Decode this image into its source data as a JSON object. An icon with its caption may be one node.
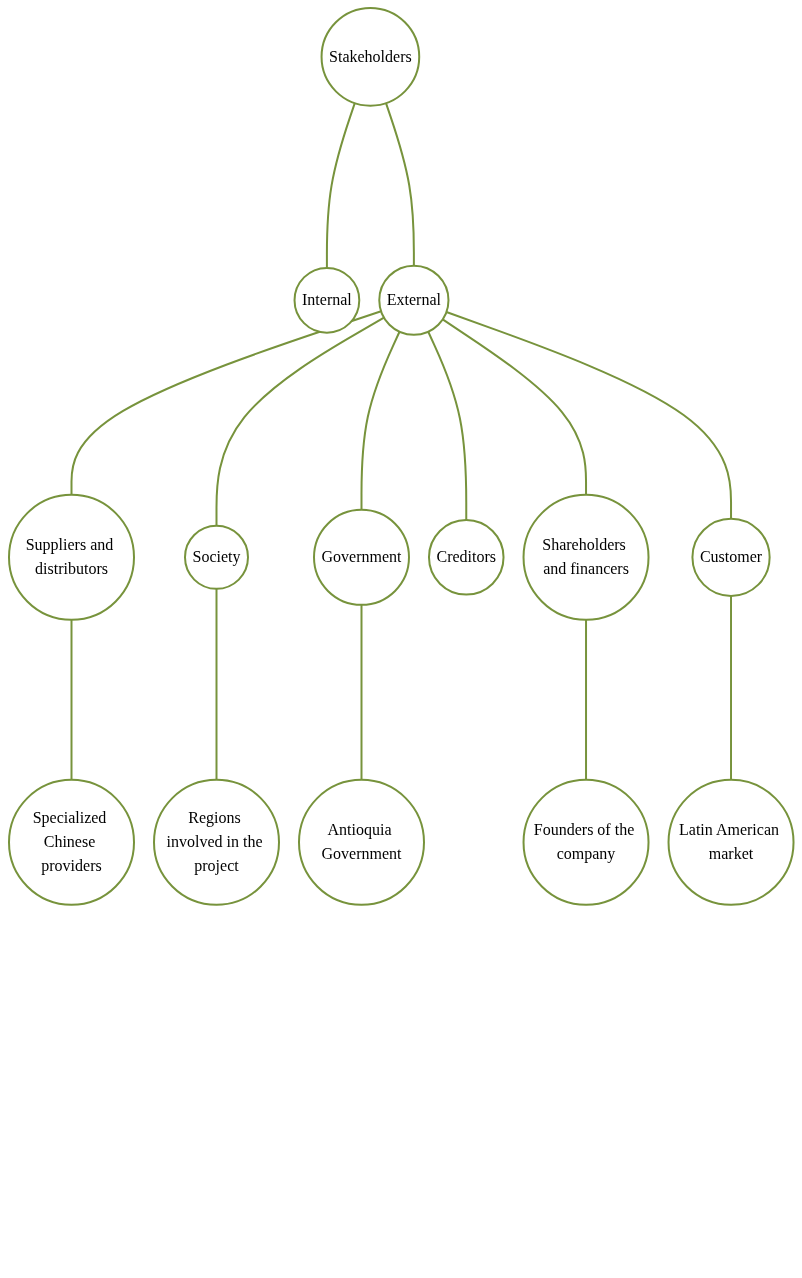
{
  "diagram": {
    "nodes": [
      {
        "text": [
          "Stakeholders"
        ]
      },
      {
        "text": [
          "Internal"
        ]
      },
      {
        "text": [
          "External"
        ]
      },
      {
        "text": [
          "Suppliers and distributors"
        ]
      },
      {
        "text": [
          "Society"
        ]
      },
      {
        "text": [
          "Specialized Chinese providers"
        ]
      },
      {
        "text": [
          "Regions involved in the project"
        ]
      },
      {
        "text": [
          "Government"
        ]
      },
      {
        "text": [
          "Creditors"
        ]
      },
      {
        "text": [
          "Antioquia Government"
        ]
      },
      {
        "text": [
          "Shareholders and financers"
        ]
      },
      {
        "text": [
          "Customer"
        ]
      },
      {
        "text": [
          "Founders of the company"
        ]
      },
      {
        "text": [
          "Latin American market"
        ]
      }
    ],
    "edges": [
      {
        "from": 0,
        "to": 1,
        "arrow": "none"
      },
      {
        "from": 0,
        "to": 2,
        "arrow": "none"
      },
      {
        "from": 2,
        "to": 3,
        "arrow": "none"
      },
      {
        "from": 2,
        "to": 4,
        "arrow": "none"
      },
      {
        "from": 3,
        "to": 5,
        "arrow": "none"
      },
      {
        "from": 4,
        "to": 6,
        "arrow": "none"
      },
      {
        "from": 2,
        "to": 7,
        "arrow": "none"
      },
      {
        "from": 2,
        "to": 8,
        "arrow": "none"
      },
      {
        "from": 7,
        "to": 9,
        "arrow": "none"
      },
      {
        "from": 2,
        "to": 10,
        "arrow": "none"
      },
      {
        "from": 2,
        "to": 11,
        "arrow": "none"
      },
      {
        "from": 10,
        "to": 12,
        "arrow": "none"
      },
      {
        "from": 11,
        "to": 13,
        "arrow": "none"
      }
    ]
  }
}
